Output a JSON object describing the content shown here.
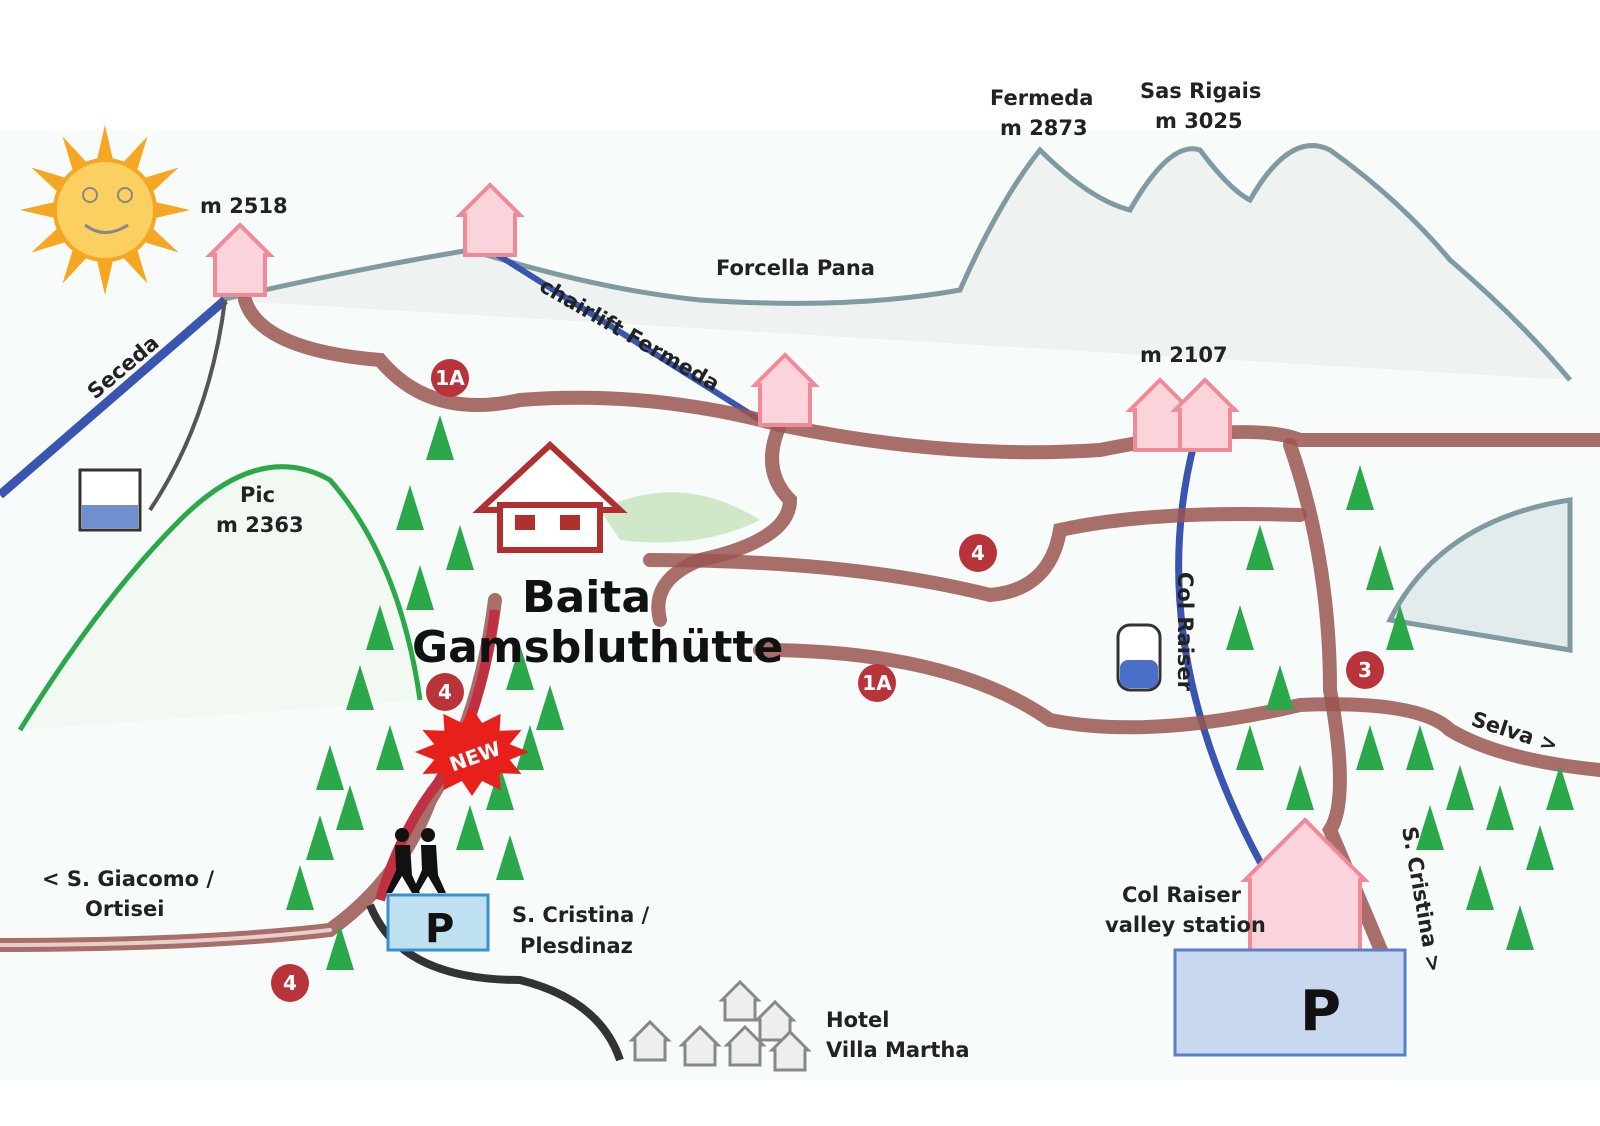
{
  "colors": {
    "trail": "#9a5550",
    "lift": "#3a55b0",
    "house": "#f08a98",
    "tree": "#2aa84a",
    "badge": "#b8343a",
    "sun": "#f5a623",
    "mountain": "#7f9aa0"
  },
  "labels": {
    "fermeda": [
      "Fermeda",
      "m 2873"
    ],
    "sas_rigais": [
      "Sas Rigais",
      "m 3025"
    ],
    "seceda_alt": "m 2518",
    "forcella": "Forcella Pana",
    "chairlift": "chairlift Fermeda",
    "seceda": "Seceda",
    "pic": [
      "Pic",
      "m 2363"
    ],
    "col_raiser_alt": "m 2107",
    "hut": [
      "Baita",
      "Gamsbluthütte"
    ],
    "col_raiser": "Col Raiser",
    "selva": "Selva >",
    "giacomo": [
      "< S. Giacomo /",
      "Ortisei"
    ],
    "cristina_plesdinaz": [
      "S. Cristina /",
      "Plesdinaz"
    ],
    "valley_station": [
      "Col Raiser",
      "valley station"
    ],
    "cristina": "S. Cristina >",
    "hotel": [
      "Hotel",
      "Villa Martha"
    ],
    "new": "NEW",
    "parking": "P"
  },
  "trail_badges": [
    "1A",
    "4",
    "1A",
    "3",
    "4",
    "4"
  ]
}
